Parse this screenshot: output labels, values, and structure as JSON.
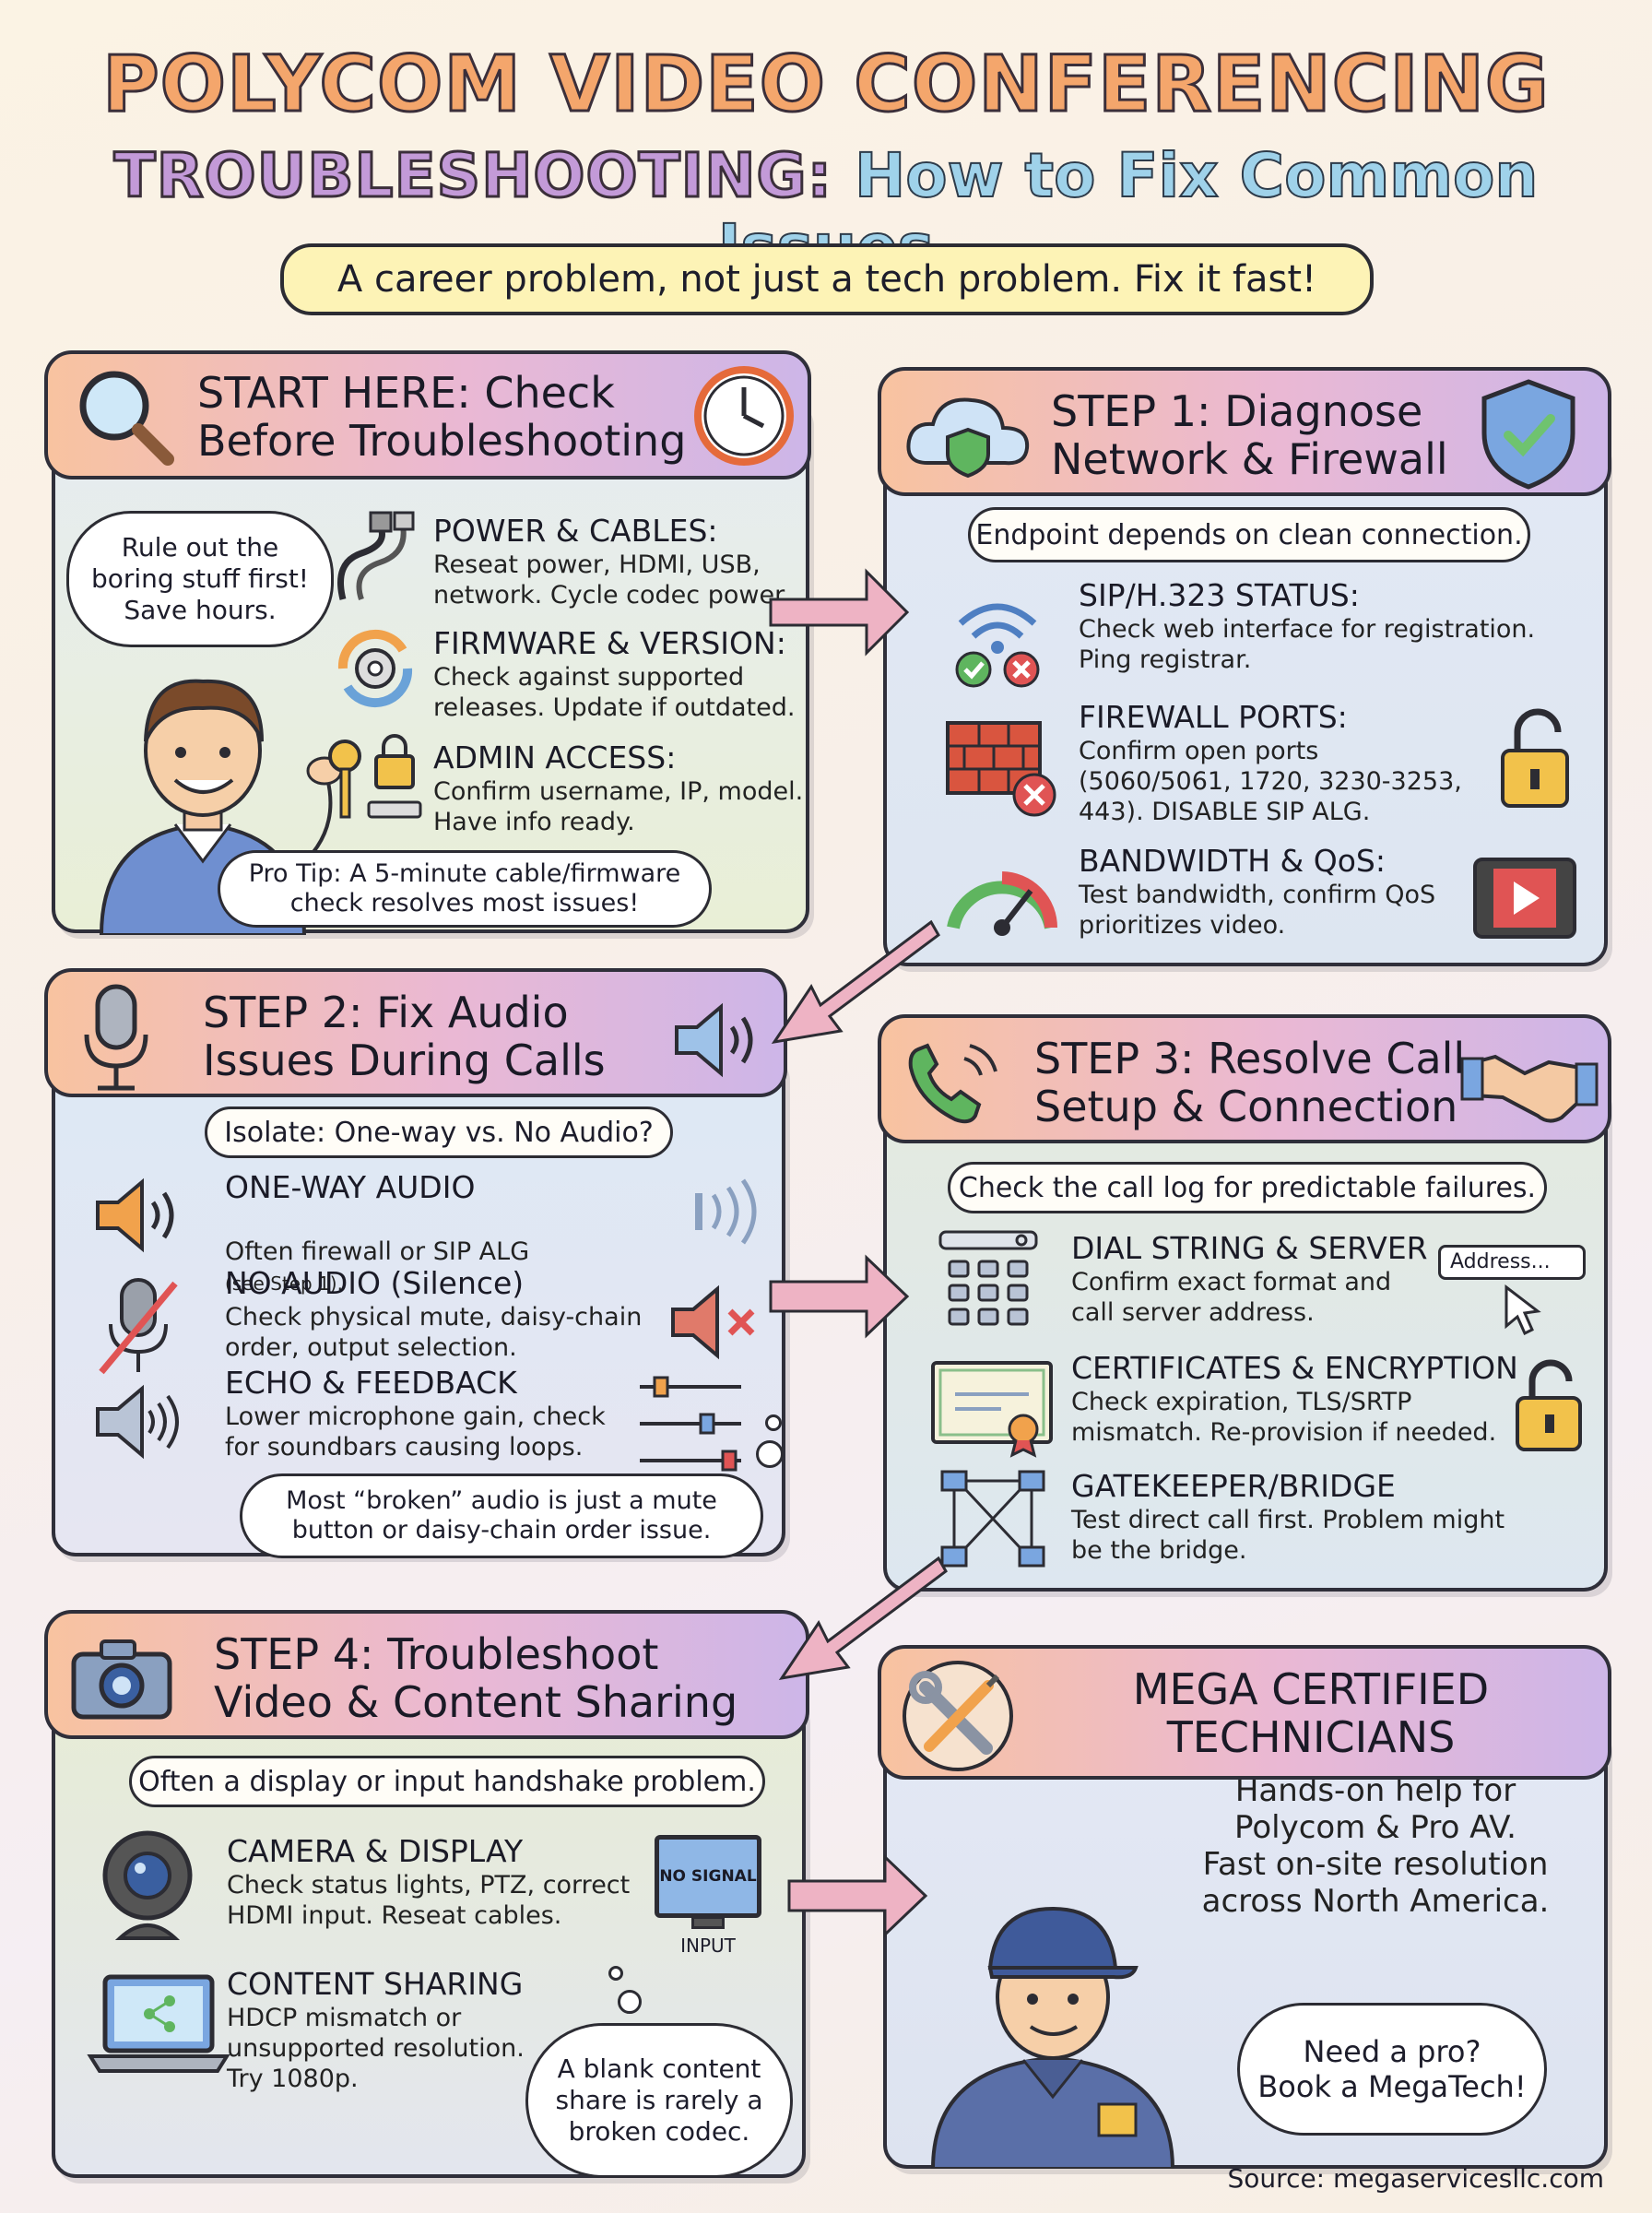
{
  "header": {
    "title_line1": "POLYCOM VIDEO CONFERENCING",
    "title_line2a": "TROUBLESHOOTING:",
    "title_line2b": "How to Fix Common Issues",
    "tagline": "A career problem, not just a tech problem. Fix it fast!"
  },
  "start": {
    "title": "START HERE: Check\nBefore Troubleshooting",
    "speech": "Rule out the\nboring stuff first!\nSave hours.",
    "items": [
      {
        "heading": "POWER & CABLES:",
        "body": "Reseat power, HDMI, USB,\nnetwork. Cycle codec power."
      },
      {
        "heading": "FIRMWARE & VERSION:",
        "body": "Check against supported\nreleases. Update if outdated."
      },
      {
        "heading": "ADMIN ACCESS:",
        "body": "Confirm username, IP, model.\nHave info ready."
      }
    ],
    "tip": "Pro Tip: A 5-minute cable/firmware\ncheck resolves most issues!"
  },
  "step1": {
    "title": "STEP 1: Diagnose\nNetwork & Firewall",
    "pill": "Endpoint depends on clean connection.",
    "items": [
      {
        "heading": "SIP/H.323 STATUS:",
        "body": "Check web interface for registration.\nPing registrar."
      },
      {
        "heading": "FIREWALL PORTS:",
        "body": "Confirm open ports\n(5060/5061, 1720, 3230-3253,\n443). DISABLE SIP ALG."
      },
      {
        "heading": "BANDWIDTH & QoS:",
        "body": "Test bandwidth, confirm QoS\nprioritizes video."
      }
    ]
  },
  "step2": {
    "title": "STEP 2: Fix Audio\nIssues During Calls",
    "pill": "Isolate: One-way vs. No Audio?",
    "items": [
      {
        "heading": "ONE-WAY AUDIO",
        "body": "Often firewall or SIP ALG",
        "note": "(see Step 1)."
      },
      {
        "heading": "NO AUDIO (Silence)",
        "body": "Check physical mute, daisy-chain\norder, output selection."
      },
      {
        "heading": "ECHO & FEEDBACK",
        "body": "Lower microphone gain, check\nfor soundbars causing loops."
      }
    ],
    "thought": "Most “broken” audio is just a mute\nbutton or daisy-chain order issue."
  },
  "step3": {
    "title": "STEP 3: Resolve Call\nSetup & Connection",
    "pill": "Check the call log for predictable failures.",
    "address_box": "Address...",
    "items": [
      {
        "heading": "DIAL STRING & SERVER",
        "body": "Confirm exact format and\ncall server address."
      },
      {
        "heading": "CERTIFICATES & ENCRYPTION",
        "body": "Check expiration, TLS/SRTP\nmismatch. Re-provision if needed."
      },
      {
        "heading": "GATEKEEPER/BRIDGE",
        "body": "Test direct call first. Problem might\nbe the bridge."
      }
    ]
  },
  "step4": {
    "title": "STEP 4: Troubleshoot\nVideo & Content Sharing",
    "pill": "Often a display or input handshake problem.",
    "items": [
      {
        "heading": "CAMERA & DISPLAY",
        "body": "Check status lights, PTZ, correct\nHDMI input. Reseat cables."
      },
      {
        "heading": "CONTENT SHARING",
        "body": "HDCP mismatch or\nunsupported resolution.\nTry 1080p."
      }
    ],
    "monitor_text": "NO SIGNAL",
    "monitor_label": "INPUT",
    "thought": "A blank content\nshare is rarely a\nbroken codec."
  },
  "mega": {
    "title": "MEGA CERTIFIED\nTECHNICIANS",
    "body": "Hands-on help for\nPolycom & Pro AV.\nFast on-site resolution\nacross North America.",
    "speech": "Need a pro?\nBook a MegaTech!"
  },
  "footer": {
    "source": "Source: megaservicesllc.com"
  },
  "colors": {
    "panel_warm": "#e7ecd9",
    "panel_cool": "#dfe6f3",
    "tagline_bg": "#fdf3b6",
    "arrow": "#eeb3c4"
  }
}
